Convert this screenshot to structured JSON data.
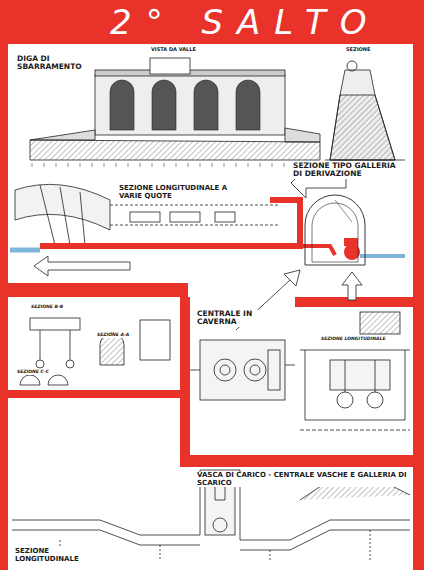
{
  "diagram": {
    "title": "2° SALTO",
    "labels": [
      "DIGA DI SBARRAMENTO",
      "VISTA DA VALLE",
      "SEZIONE",
      "SEZIONE LONGITUDINALE A VARIE QUOTE",
      "SEZIONE TIPO GALLERIA DI DERIVAZIONE",
      "CENTRALE IN CAVERNA",
      "SEZIONE LONGITUDINALE",
      "SEZIONE B-B",
      "SEZIONE A-A",
      "SEZIONE C-C",
      "VASCA DI CARICO - CENTRALE VASCHE E GALLERIA DI SCARICO",
      "SEZIONE LONGITUDINALE"
    ]
  }
}
